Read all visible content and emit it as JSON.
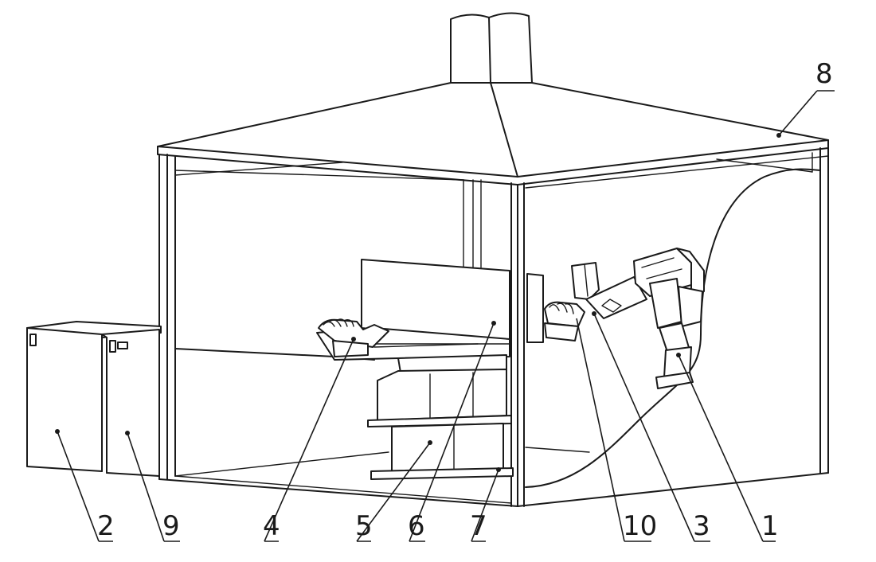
{
  "figure": {
    "callouts": [
      {
        "id": "label-2",
        "text": "2"
      },
      {
        "id": "label-9",
        "text": "9"
      },
      {
        "id": "label-4",
        "text": "4"
      },
      {
        "id": "label-5",
        "text": "5"
      },
      {
        "id": "label-6",
        "text": "6"
      },
      {
        "id": "label-7",
        "text": "7"
      },
      {
        "id": "label-10",
        "text": "10"
      },
      {
        "id": "label-3",
        "text": "3"
      },
      {
        "id": "label-1",
        "text": "1"
      },
      {
        "id": "label-8",
        "text": "8"
      }
    ]
  }
}
